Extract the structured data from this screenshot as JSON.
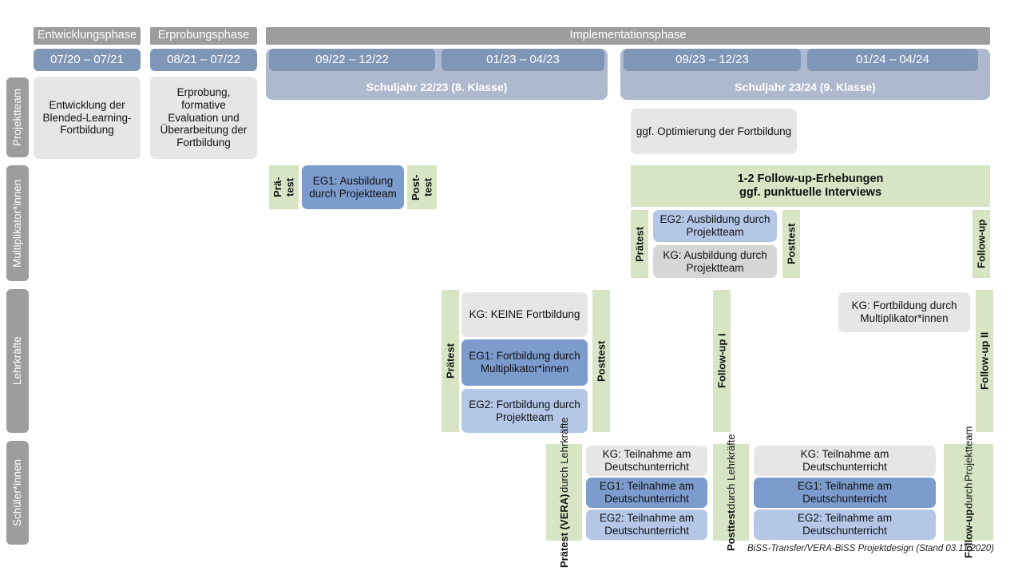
{
  "footer": {
    "caption": "BiSS-Transfer/VERA-BiSS Projektdesign (Stand 03.11.2020)"
  },
  "phases": [
    {
      "label": "Entwicklungsphase"
    },
    {
      "label": "Erprobungsphase"
    },
    {
      "label": "Implementationsphase"
    }
  ],
  "periods": [
    {
      "label": "07/20 – 07/21"
    },
    {
      "label": "08/21 – 07/22"
    },
    {
      "label": "09/22 – 12/22"
    },
    {
      "label": "01/23 – 04/23"
    },
    {
      "label": "09/23 – 12/23"
    },
    {
      "label": "01/24 – 04/24"
    }
  ],
  "school_years": [
    {
      "label": "Schuljahr 22/23 (8. Klasse)"
    },
    {
      "label": "Schuljahr 23/24 (9. Klasse)"
    }
  ],
  "rows": [
    {
      "key": "projektteam",
      "label": "Projektteam"
    },
    {
      "key": "multiplikatorinnen",
      "label": "Multiplikator*innen"
    },
    {
      "key": "lehrkraefte",
      "label": "Lehrkräfte"
    },
    {
      "key": "schuelerinnen",
      "label": "Schüler*innen"
    }
  ],
  "projektteam": {
    "entwicklung": "Entwicklung der Blended-Learning-Fortbildung",
    "erprobung": "Erprobung, formative Evaluation und Überarbeitung der Fortbildung"
  },
  "multiplikatorinnen": {
    "praetest_1": "Prä-\ntest",
    "eg1": "EG1: Ausbildung durch Projektteam",
    "posttest_1": "Post-\ntest",
    "optimierung": "ggf. Optimierung der Fortbildung",
    "followup_banner_line1": "1-2 Follow-up-Erhebungen",
    "followup_banner_line2": "ggf. punktuelle Interviews",
    "praetest_2": "Prätest",
    "eg2": "EG2: Ausbildung durch Projektteam",
    "kg": "KG: Ausbildung durch Projektteam",
    "posttest_2": "Posttest",
    "followup": "Follow-up"
  },
  "lehrkraefte": {
    "praetest": "Prätest",
    "kg": "KG: KEINE Fortbildung",
    "eg1": "EG1: Fortbildung durch Multiplikator*innen",
    "eg2": "EG2: Fortbildung durch Projektteam",
    "posttest": "Posttest",
    "followup_1": "Follow-up I",
    "kg_2": "KG: Fortbildung durch Multiplikator*innen",
    "followup_2": "Follow-up II"
  },
  "schuelerinnen": {
    "praetest_main": "Prätest (VERA)",
    "praetest_sub": "durch Lehrkräfte",
    "kg_1": "KG: Teilnahme am Deutschunterricht",
    "eg1_1": "EG1: Teilnahme am Deutschunterricht",
    "eg2_1": "EG2: Teilnahme am Deutschunterricht",
    "posttest_main": "Posttest",
    "posttest_sub": "durch Lehrkräfte",
    "kg_2": "KG: Teilnahme am Deutschunterricht",
    "eg1_2": "EG1: Teilnahme am Deutschunterricht",
    "eg2_2": "EG2: Teilnahme am Deutschunterricht",
    "followup_main": "Follow-up",
    "followup_sub1": "durch",
    "followup_sub2": "Projektteam"
  },
  "colors": {
    "gray_header": "#9d9d9d",
    "date_blue": "#7f96b6",
    "schoolyear_blue": "#aeb9cd",
    "green_strip": "#d8e5c4",
    "blue_dark": "#7d9cce",
    "blue_mid": "#a7bfe2",
    "blue_light": "#b4c7e7",
    "gray_box": "#e6e6e6",
    "gray_box_dark": "#d6d6d6"
  }
}
